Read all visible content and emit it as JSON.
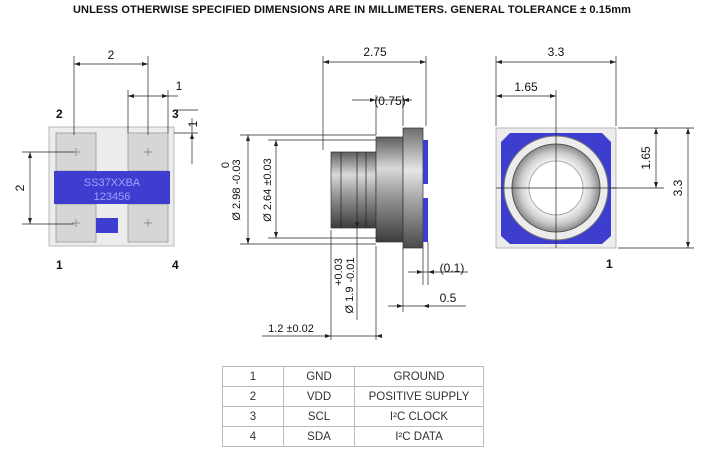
{
  "header": {
    "text": "UNLESS OTHERWISE SPECIFIED DIMENSIONS ARE IN MILLIMETERS. GENERAL TOLERANCE ± 0.15mm"
  },
  "colors": {
    "accent": "#3d3dcf",
    "pad": "#d7d7d7",
    "body": "#ececec",
    "metal": "#8f8f8f"
  },
  "bottom_view": {
    "dim_width": "2",
    "dim_pad": "1",
    "dim_height": "2",
    "marking_line1": "SS37XXBA",
    "marking_line2": "123456",
    "pin_labels": {
      "p1": "1",
      "p2": "2",
      "p3": "3",
      "p4": "4"
    }
  },
  "side_view": {
    "dim_length": "2.75",
    "dim_step": "(0.75)",
    "dim_outer_dia": "Ø 2.98 -0.03",
    "dim_outer_dia_upper": "0",
    "dim_inner_dia": "Ø 2.64 ±0.03",
    "dim_port_dia": "Ø 1.9",
    "dim_port_tol_upper": "+0.03",
    "dim_port_tol_lower": "-0.01",
    "dim_gap": "(0.1)",
    "dim_lip": "0.5",
    "dim_base": "1.2 ±0.02"
  },
  "top_view": {
    "dim_width": "3.3",
    "dim_half_width": "1.65",
    "dim_half_height": "1.65",
    "dim_height": "3.3",
    "pin_label": "1"
  },
  "pin_table": {
    "rows": [
      {
        "pin": "1",
        "name": "GND",
        "function": "GROUND"
      },
      {
        "pin": "2",
        "name": "VDD",
        "function": "POSITIVE SUPPLY"
      },
      {
        "pin": "3",
        "name": "SCL",
        "function": "I²C CLOCK"
      },
      {
        "pin": "4",
        "name": "SDA",
        "function": "I²C DATA"
      }
    ]
  }
}
